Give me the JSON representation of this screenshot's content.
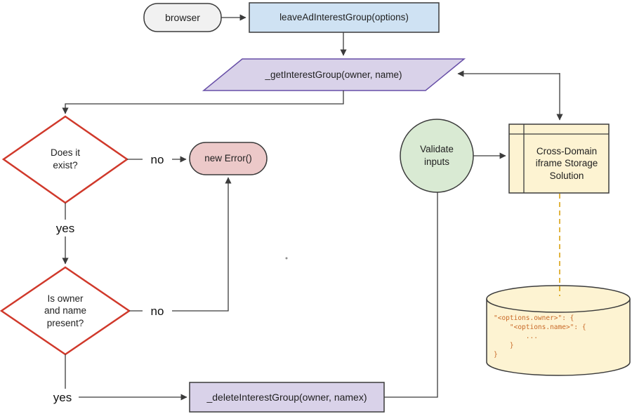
{
  "diagram": {
    "nodes": {
      "browser": {
        "label": "browser"
      },
      "leave": {
        "label": "leaveAdInterestGroup(options)"
      },
      "get_group": {
        "label": "_getInterestGroup(owner, name)"
      },
      "does_exist": {
        "label": "Does it\nexist?"
      },
      "new_error": {
        "label": "new Error()"
      },
      "owner_present": {
        "label": "Is owner\nand name\npresent?"
      },
      "delete_group": {
        "label": "_deleteInterestGroup(owner, namex)"
      },
      "validate": {
        "label": "Validate\ninputs"
      },
      "cross_domain": {
        "label": "Cross-Domain\niframe Storage\nSolution"
      },
      "storage_code": {
        "code": "\"<options.owner>\": {\n    \"<options.name>\": {\n        ...\n    }\n}"
      }
    },
    "edge_labels": {
      "exist_no": "no",
      "exist_yes": "yes",
      "present_no": "no",
      "present_yes": "yes"
    },
    "colors": {
      "gray_fill": "#f1f1f1",
      "blue_fill": "#cfe2f3",
      "purple_fill": "#d9d2e9",
      "purple_stroke": "#674ea7",
      "red_stroke": "#d0392b",
      "pink_fill": "#ecc9c9",
      "green_fill": "#d9ead3",
      "yellow_fill": "#fdf3d2",
      "white_fill": "#ffffff",
      "dark_stroke": "#3b3b3b",
      "orange_dash": "#d79b00",
      "code_text": "#c96a28"
    }
  }
}
